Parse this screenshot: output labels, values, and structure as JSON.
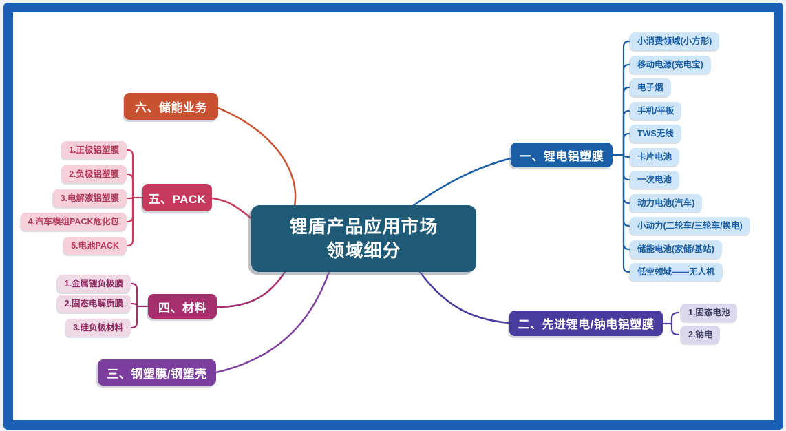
{
  "mindmap": {
    "title": {
      "line1": "锂盾产品应用市场",
      "line2": "领域细分"
    },
    "central_color": "#1f5a76",
    "frame_color": "#1a60b5",
    "branches": [
      {
        "label": "一、锂电铝塑膜",
        "color": "#1a5fa5",
        "child_bg": "#cfe6f8",
        "child_text": "#1a5fa5",
        "children": [
          "小消费领域(小方形)",
          "移动电源(充电宝)",
          "电子烟",
          "手机/平板",
          "TWS无线",
          "卡片电池",
          "一次电池",
          "动力电池(汽车)",
          "小动力(二轮车/三轮车/换电)",
          "储能电池(家储/基站)",
          "低空领域——无人机"
        ]
      },
      {
        "label": "二、先进锂电/钠电铝塑膜",
        "color": "#4a3c9e",
        "child_bg": "#dbd7ec",
        "child_text": "#3b3a5c",
        "children": [
          "1.固态电池",
          "2.钠电"
        ]
      },
      {
        "label": "三、钢塑膜/钢塑壳",
        "color": "#7c3f9e",
        "children": []
      },
      {
        "label": "四、材料",
        "color": "#a52e6d",
        "child_bg": "#eed9e5",
        "child_text": "#8f2a61",
        "children": [
          "1.金属锂负极膜",
          "2.固态电解质膜",
          "3.硅负极材料"
        ]
      },
      {
        "label": "五、PACK",
        "color": "#c63a5e",
        "child_bg": "#f5cfda",
        "child_text": "#b23a5a",
        "children": [
          "1.正极铝塑膜",
          "2.负极铝塑膜",
          "3.电解液铝塑膜",
          "4.汽车模组PACK危化包",
          "5.电池PACK"
        ]
      },
      {
        "label": "六、储能业务",
        "color": "#c8512f",
        "children": []
      }
    ]
  }
}
